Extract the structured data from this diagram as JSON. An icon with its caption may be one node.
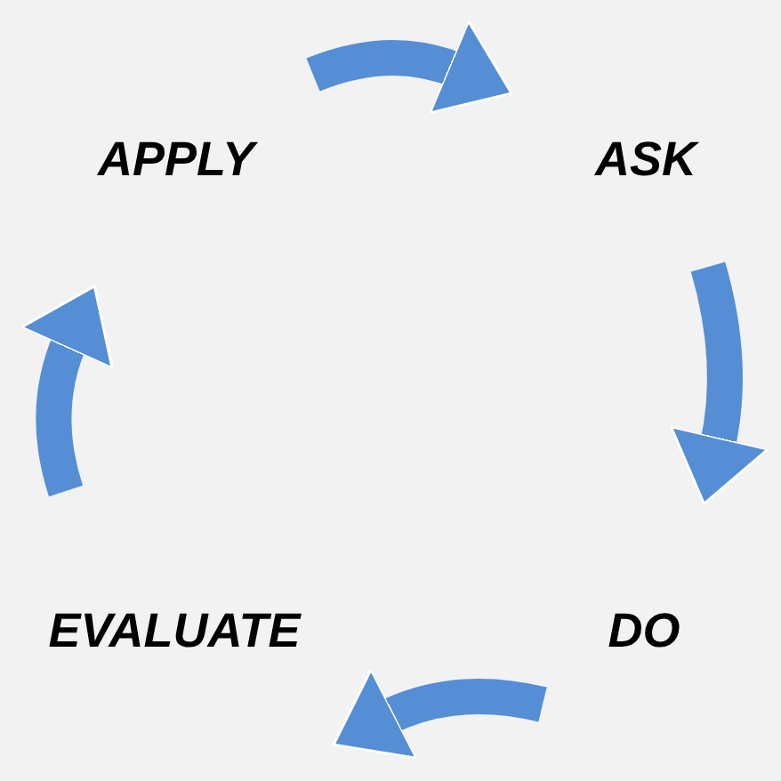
{
  "diagram": {
    "nodes": [
      {
        "text": [
          "APPLY"
        ]
      },
      {
        "text": [
          "ASK"
        ]
      },
      {
        "text": [
          "DO"
        ]
      },
      {
        "text": [
          "EVALUATE"
        ]
      }
    ],
    "edges": [
      {
        "from": 0,
        "to": 1,
        "arrow": "to"
      },
      {
        "from": 1,
        "to": 2,
        "arrow": "to"
      },
      {
        "from": 2,
        "to": 3,
        "arrow": "to"
      },
      {
        "from": 3,
        "to": 0,
        "arrow": "to"
      }
    ]
  }
}
